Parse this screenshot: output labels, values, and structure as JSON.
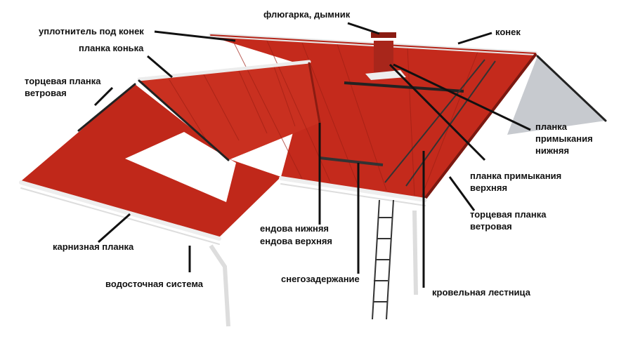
{
  "labels": {
    "weathervane": "флюгарка, дымник",
    "ridge_seal": "уплотнитель под конек",
    "ridge": "конек",
    "ridge_strip": "планка конька",
    "gable_left_1": "торцевая планка",
    "gable_left_2": "ветровая",
    "lower_flash_1": "планка",
    "lower_flash_2": "примыкания",
    "lower_flash_3": "нижняя",
    "upper_flash_1": "планка примыкания",
    "upper_flash_2": "верхняя",
    "gable_right_1": "торцевая планка",
    "gable_right_2": "ветровая",
    "valley_lower": "ендова нижняя",
    "valley_upper": "ендова верхняя",
    "eave_strip": "карнизная планка",
    "snow_guard": "снегозадержание",
    "drainage": "водосточная система",
    "ladder": "кровельная лестница"
  },
  "colors": {
    "roof": "#c42a1c",
    "roof_dark": "#9e1f14",
    "gable": "#c9ccd0"
  }
}
